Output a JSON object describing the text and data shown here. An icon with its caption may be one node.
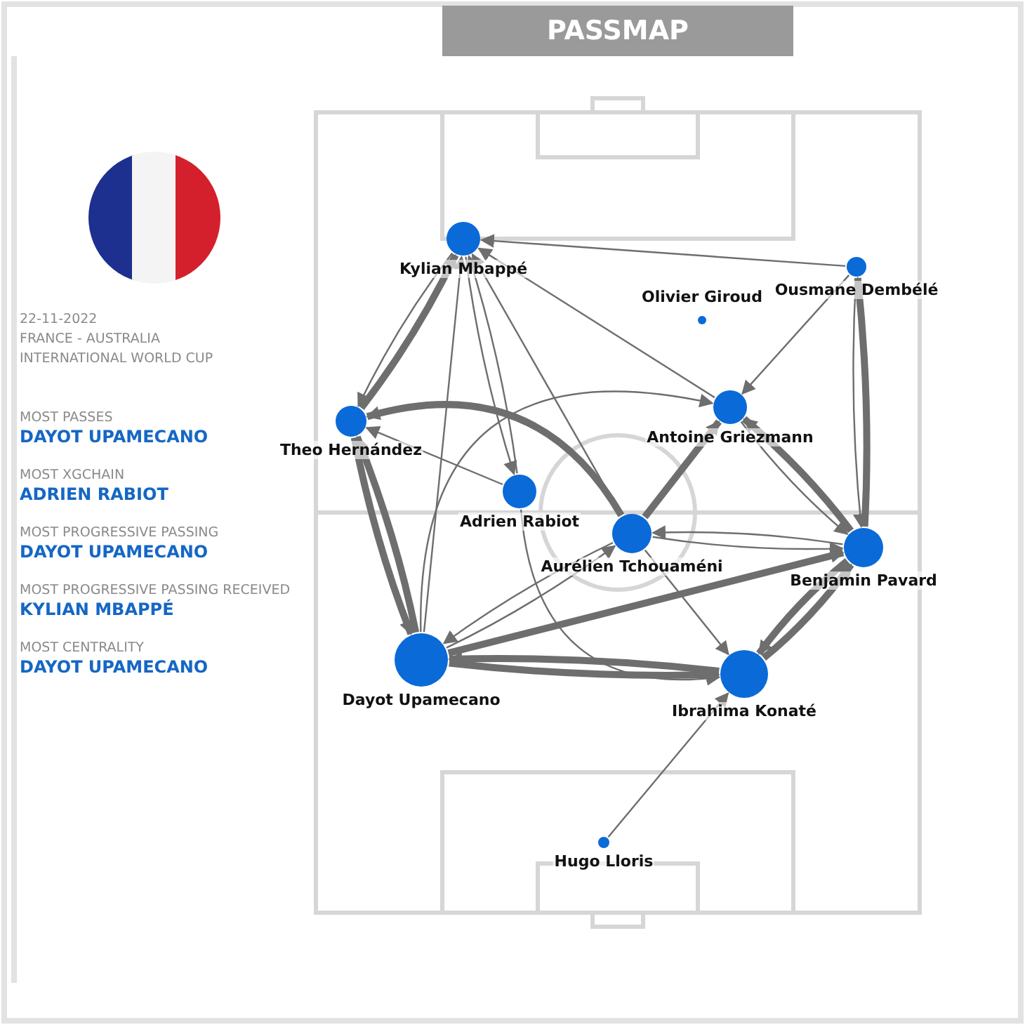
{
  "diagram": {
    "title": "PASSMAP",
    "nodes": [
      {
        "text": [
          "Kylian Mbappé"
        ]
      },
      {
        "text": [
          "Ousmane Dembélé"
        ]
      },
      {
        "text": [
          "Olivier Giroud"
        ]
      },
      {
        "text": [
          "Theo Hernández"
        ]
      },
      {
        "text": [
          "Antoine Griezmann"
        ]
      },
      {
        "text": [
          "Adrien Rabiot"
        ]
      },
      {
        "text": [
          "Aurélien Tchouaméni"
        ]
      },
      {
        "text": [
          "Benjamin Pavard"
        ]
      },
      {
        "text": [
          "Dayot Upamecano"
        ]
      },
      {
        "text": [
          "Ibrahima Konaté"
        ]
      },
      {
        "text": [
          "Hugo Lloris"
        ]
      }
    ],
    "edges": [
      {
        "from": 3,
        "to": 0,
        "arrow": "to",
        "style": "thick"
      },
      {
        "from": 0,
        "to": 3,
        "arrow": "to"
      },
      {
        "from": 8,
        "to": 3,
        "arrow": "to",
        "style": "thick"
      },
      {
        "from": 3,
        "to": 8,
        "arrow": "to",
        "style": "thick"
      },
      {
        "from": 1,
        "to": 0,
        "arrow": "to"
      },
      {
        "from": 1,
        "to": 4,
        "arrow": "to"
      },
      {
        "from": 7,
        "to": 1,
        "arrow": "to",
        "style": "thick"
      },
      {
        "from": 1,
        "to": 7,
        "arrow": "to"
      },
      {
        "from": 4,
        "to": 0,
        "arrow": "to"
      },
      {
        "from": 5,
        "to": 0,
        "arrow": "to"
      },
      {
        "from": 6,
        "to": 0,
        "arrow": "to"
      },
      {
        "from": 8,
        "to": 0,
        "arrow": "to"
      },
      {
        "from": 0,
        "to": 5,
        "arrow": "to"
      },
      {
        "from": 5,
        "to": 3,
        "arrow": "to"
      },
      {
        "from": 6,
        "to": 3,
        "arrow": "to",
        "style": "thick"
      },
      {
        "from": 6,
        "to": 4,
        "arrow": "to",
        "style": "thick"
      },
      {
        "from": 8,
        "to": 4,
        "arrow": "to"
      },
      {
        "from": 7,
        "to": 4,
        "arrow": "to",
        "style": "thick"
      },
      {
        "from": 4,
        "to": 7,
        "arrow": "to"
      },
      {
        "from": 7,
        "to": 6,
        "arrow": "to"
      },
      {
        "from": 6,
        "to": 7,
        "arrow": "to"
      },
      {
        "from": 9,
        "to": 7,
        "arrow": "to",
        "style": "thick"
      },
      {
        "from": 7,
        "to": 9,
        "arrow": "to",
        "style": "thick"
      },
      {
        "from": 8,
        "to": 9,
        "arrow": "to",
        "style": "thick"
      },
      {
        "from": 9,
        "to": 8,
        "arrow": "to",
        "style": "thick"
      },
      {
        "from": 6,
        "to": 9,
        "arrow": "to"
      },
      {
        "from": 5,
        "to": 9,
        "arrow": "to"
      },
      {
        "from": 8,
        "to": 7,
        "arrow": "to",
        "style": "thick"
      },
      {
        "from": 8,
        "to": 6,
        "arrow": "to"
      },
      {
        "from": 6,
        "to": 8,
        "arrow": "to"
      },
      {
        "from": 10,
        "to": 9,
        "arrow": "to"
      }
    ],
    "labels": [
      "22-11-2022",
      "FRANCE - AUSTRALIA",
      "INTERNATIONAL WORLD CUP",
      "MOST PASSES",
      "DAYOT UPAMECANO",
      "MOST XGCHAIN",
      "ADRIEN RABIOT",
      "MOST PROGRESSIVE PASSING",
      "DAYOT UPAMECANO",
      "MOST PROGRESSIVE PASSING RECEIVED",
      "KYLIAN MBAPPÉ",
      "MOST CENTRALITY",
      "DAYOT UPAMECANO"
    ]
  }
}
